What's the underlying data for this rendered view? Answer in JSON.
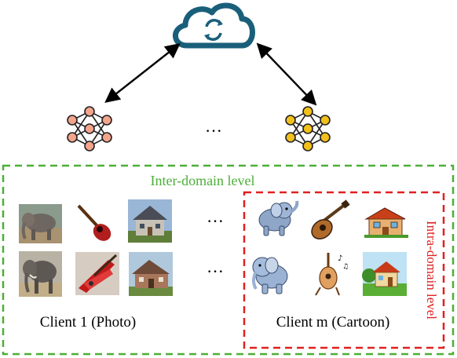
{
  "diagram": {
    "server": {
      "icon": "cloud-sync-icon",
      "color": "#1a5f7a"
    },
    "arrows_color": "#000000",
    "clients": [
      {
        "model_icon": "neural-network-icon",
        "node_color": "#f4a48c"
      },
      {
        "model_icon": "neural-network-icon",
        "node_color": "#f2c01a"
      }
    ],
    "ellipsis": "···",
    "inter_domain": {
      "label": "Inter-domain level",
      "color": "#4caf37"
    },
    "intra_domain": {
      "label": "Intra-domain level",
      "color": "#e02020"
    },
    "client_1": {
      "label": "Client 1 (Photo)",
      "images": [
        "elephant-photo-icon",
        "guitar-photo-icon",
        "house-photo-icon",
        "elephant-photo-icon",
        "guitar-photo-icon",
        "house-photo-icon"
      ]
    },
    "client_m": {
      "label": "Client m (Cartoon)",
      "images": [
        "elephant-cartoon-icon",
        "guitar-cartoon-icon",
        "house-cartoon-icon",
        "elephant-cartoon-icon",
        "guitar-cartoon-icon",
        "house-cartoon-icon"
      ]
    }
  }
}
